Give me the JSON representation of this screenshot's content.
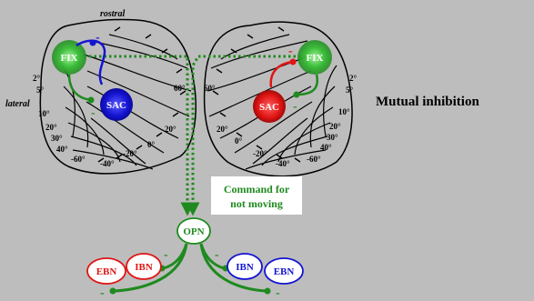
{
  "labels": {
    "rostral": "rostral",
    "lateral": "lateral",
    "fix": "FIX",
    "sac": "SAC",
    "opn": "OPN",
    "ebn": "EBN",
    "ibn": "IBN",
    "command_line1": "Command for",
    "command_line2": "not moving",
    "mutual_inhibition": "Mutual inhibition",
    "minus": "-"
  },
  "left_map_ticks": {
    "t2": "2°",
    "t5": "5°",
    "t10": "10°",
    "t20": "20°",
    "t30": "30°",
    "t40": "40°",
    "tm60": "-60°",
    "tm40": "-40°",
    "tm20": "-20°",
    "t0": "0°",
    "p20": "20°",
    "p60": "60°"
  },
  "right_map_ticks": {
    "p60": "60°",
    "p20": "20°",
    "t0": "0°",
    "tm20": "-20°",
    "tm40": "-40°",
    "tm60": "-60°",
    "t40": "40°",
    "t30": "30°",
    "t20": "20°",
    "t10": "10°",
    "t5": "5°",
    "t2": "2°"
  },
  "colors": {
    "background": "#bdbdbd",
    "green": "#1f8a1f",
    "blue": "#1414d2",
    "red": "#e01515",
    "dark_green": "#0f6b0f"
  }
}
